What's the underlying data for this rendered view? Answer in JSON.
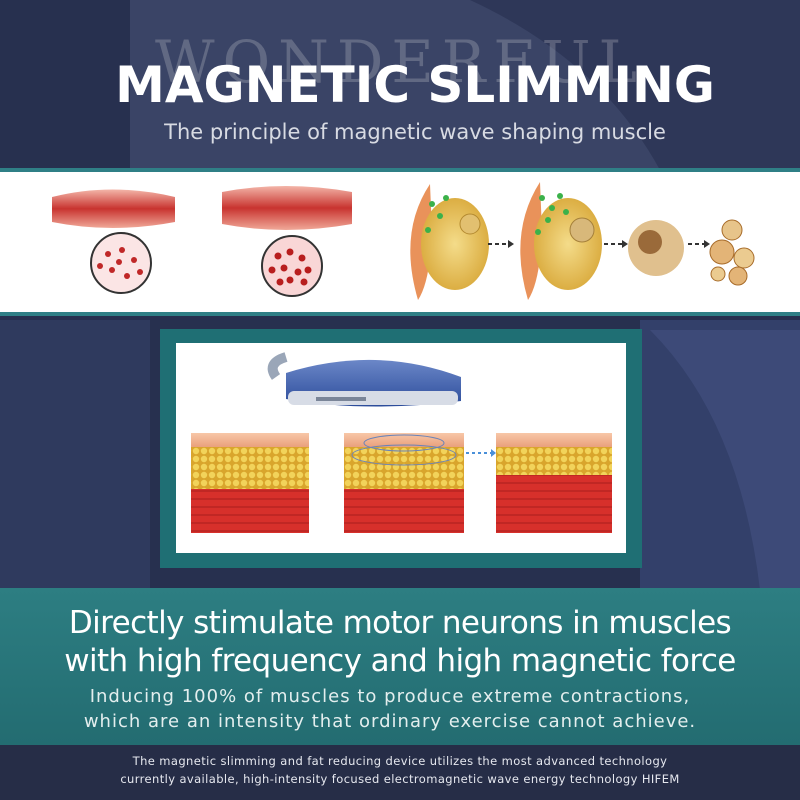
{
  "header": {
    "watermark": "WONDERFUL",
    "title": "MAGNETIC SLIMMING",
    "subtitle": "The principle of magnetic wave shaping muscle"
  },
  "illustrations": {
    "muscle_panels": [
      "relaxed-muscle-fiber",
      "contracted-muscle-fiber"
    ],
    "fat_cell_sequence": [
      "fat-cell-intact",
      "fat-cell-stimulated",
      "fat-cell-breaking",
      "fat-cell-fragments"
    ],
    "device_diagram": [
      "handpiece-device",
      "tissue-before",
      "tissue-during",
      "tissue-after"
    ]
  },
  "band": {
    "headline_lines": [
      "Directly stimulate motor neurons in muscles",
      "with high frequency and high magnetic force"
    ],
    "detail_lines": [
      "Inducing 100% of muscles to produce extreme contractions,",
      "which are an intensity that ordinary exercise cannot achieve."
    ]
  },
  "footer": {
    "lines": [
      "The magnetic slimming and fat reducing device utilizes the most advanced technology",
      "currently available, high-intensity focused electromagnetic wave energy technology HIFEM"
    ]
  },
  "colors": {
    "background": "#27304f",
    "accent_teal": "#2d7e82",
    "muscle_red": "#c43a3a",
    "fat_yellow": "#e8c24a"
  }
}
